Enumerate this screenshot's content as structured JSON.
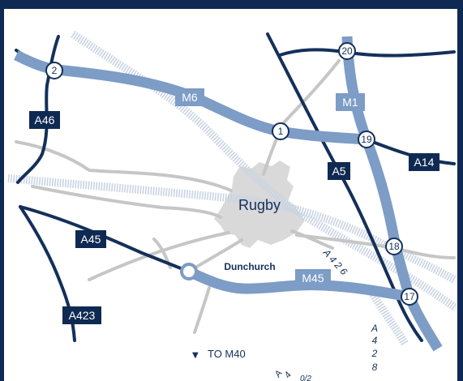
{
  "map": {
    "town": "Rugby",
    "village": "Dunchurch",
    "direction_note": "TO M40",
    "arrow_glyph": "▼",
    "motorways": {
      "m6": "M6",
      "m1": "M1",
      "m45": "M45"
    },
    "roads": {
      "a46": "A46",
      "a5": "A5",
      "a14": "A14",
      "a45": "A45",
      "a423": "A423",
      "a426": "A 4 2 6",
      "a428_letter": "A",
      "a428_d1": "4",
      "a428_d2": "2",
      "a428_d3": "8",
      "a4_letter": "A",
      "a4_rest": "4",
      "a4_code": "0/2"
    },
    "junctions": {
      "j2": "2",
      "j20": "20",
      "j1": "1",
      "j19": "19",
      "j18": "18",
      "j17": "17"
    },
    "colors": {
      "frame": "#0f2a52",
      "motorway": "#7d9cc6",
      "a_road": "#14305a",
      "minor_road": "#c6c6c6",
      "rail": "#c9d3e2",
      "town_area": "#d9d9d9",
      "label_bg": "#0f2a52",
      "motorway_label_bg": "#7d9cc6"
    }
  }
}
